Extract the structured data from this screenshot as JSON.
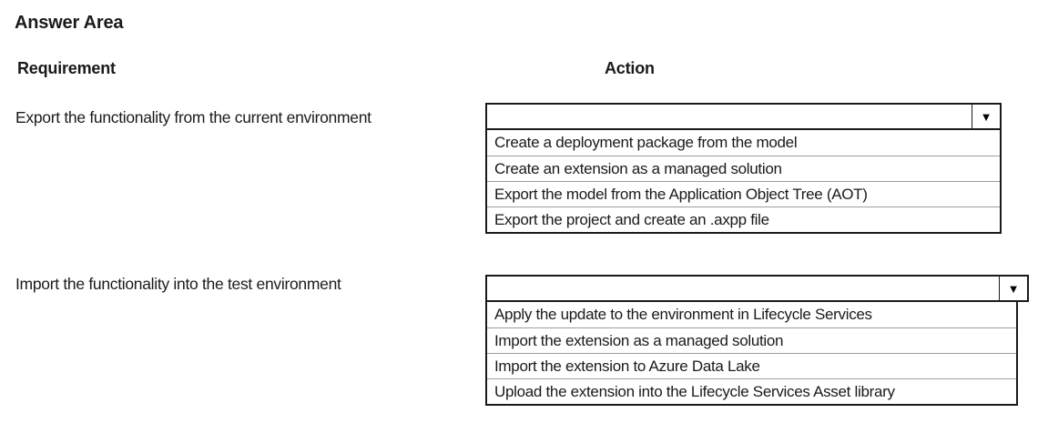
{
  "page": {
    "title": "Answer Area"
  },
  "table": {
    "headers": {
      "requirement": "Requirement",
      "action": "Action"
    },
    "rows": [
      {
        "requirement": "Export the functionality from the current environment",
        "dropdown": {
          "selected_value": "",
          "options": [
            "Create a deployment package from the model",
            "Create an extension as a managed solution",
            "Export the model from the Application Object Tree (AOT)",
            "Export the project and create an .axpp file"
          ]
        }
      },
      {
        "requirement": "Import the functionality into the test environment",
        "dropdown": {
          "selected_value": "",
          "options": [
            "Apply the update to the environment in Lifecycle Services",
            "Import the extension as a managed solution",
            "Import the extension to Azure Data Lake",
            "Upload the extension into the Lifecycle Services Asset library"
          ]
        }
      }
    ]
  },
  "icons": {
    "dropdown_arrow": "▼"
  },
  "colors": {
    "text": "#1a1a1a",
    "border": "#1a1a1a",
    "row_divider": "#9d9d9d",
    "background": "#ffffff"
  }
}
